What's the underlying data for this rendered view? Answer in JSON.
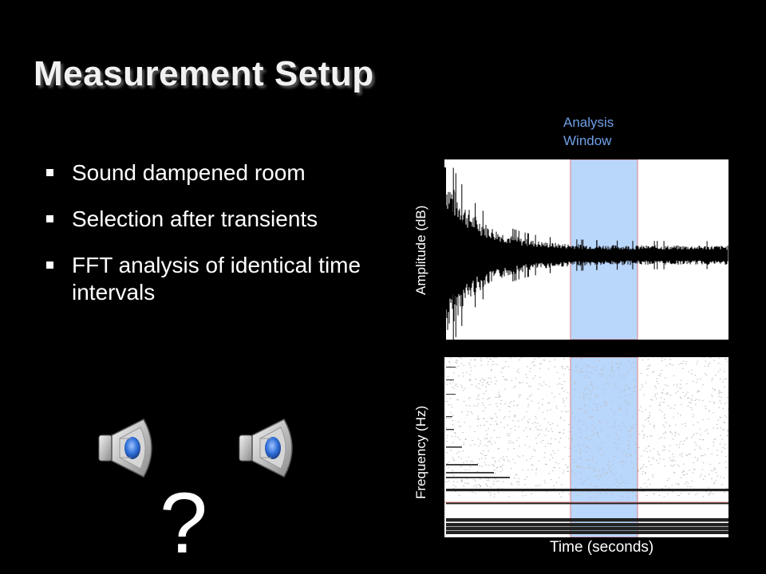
{
  "slide": {
    "title": "Measurement Setup",
    "bullets": [
      {
        "text": "Sound dampened room"
      },
      {
        "text": "Selection after transients"
      },
      {
        "text": "FFT analysis of identical time intervals"
      }
    ],
    "question_mark": "?"
  },
  "figure": {
    "analysis_window_label": [
      "Analysis",
      "Window"
    ],
    "waveform_ylabel": "Amplitude (dB)",
    "spectrogram_ylabel": "Frequency (Hz)",
    "xlabel": "Time (seconds)"
  },
  "colors": {
    "analysis_window_fill": "#b9d6fb",
    "analysis_window_edge": "#e08080",
    "accent_label": "#6fa0e8"
  },
  "icons": [
    "speaker-icon",
    "speaker-icon"
  ]
}
